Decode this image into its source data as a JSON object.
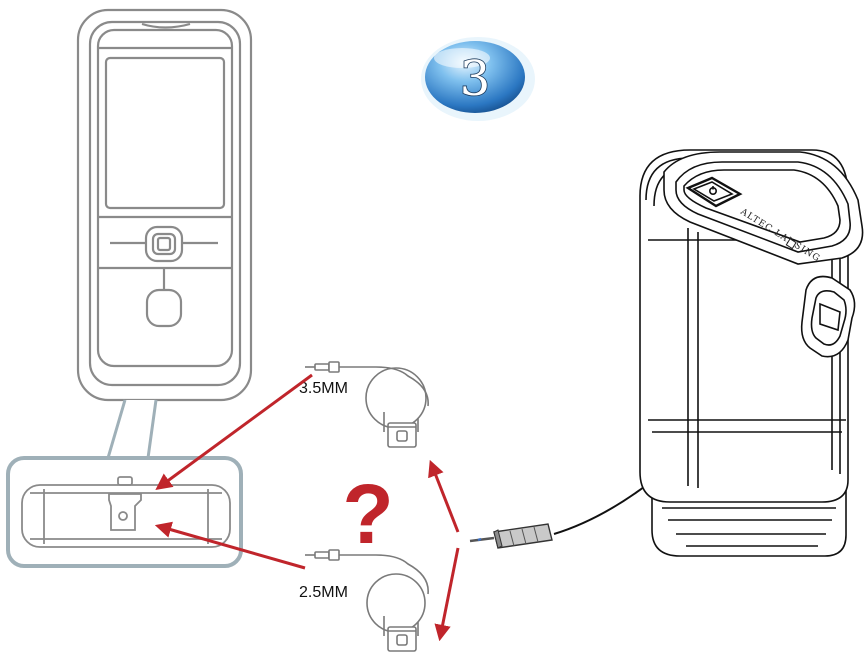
{
  "step": {
    "number": "3"
  },
  "cables": {
    "top": {
      "label": "3.5MM"
    },
    "bottom": {
      "label": "2.5MM"
    }
  },
  "question": {
    "mark": "?"
  },
  "speaker": {
    "brand": "ALTEC LANSING"
  },
  "colors": {
    "arrow": "#c0252b",
    "question": "#c0252b",
    "badge_light": "#cde8f9",
    "badge_dark": "#1c5fa6",
    "phone_outline": "#8a8a8a",
    "detail_box": "#9fb0b8",
    "speaker_outline": "#111111"
  }
}
